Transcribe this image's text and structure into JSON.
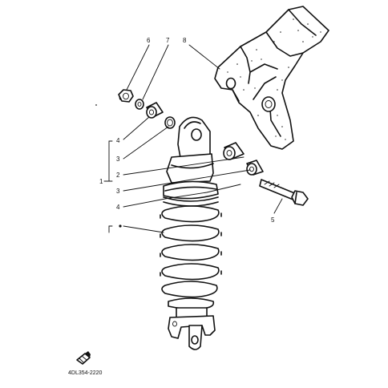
{
  "diagram": {
    "callouts": {
      "c1": "1",
      "c2": "2",
      "c3a": "3",
      "c3b": "3",
      "c4a": "4",
      "c4b": "4",
      "c5": "5",
      "c6": "6",
      "c7": "7",
      "c8": "8"
    },
    "part_code": "4DL354-2220",
    "ink_color": "#111111",
    "paper_color": "#ffffff"
  }
}
